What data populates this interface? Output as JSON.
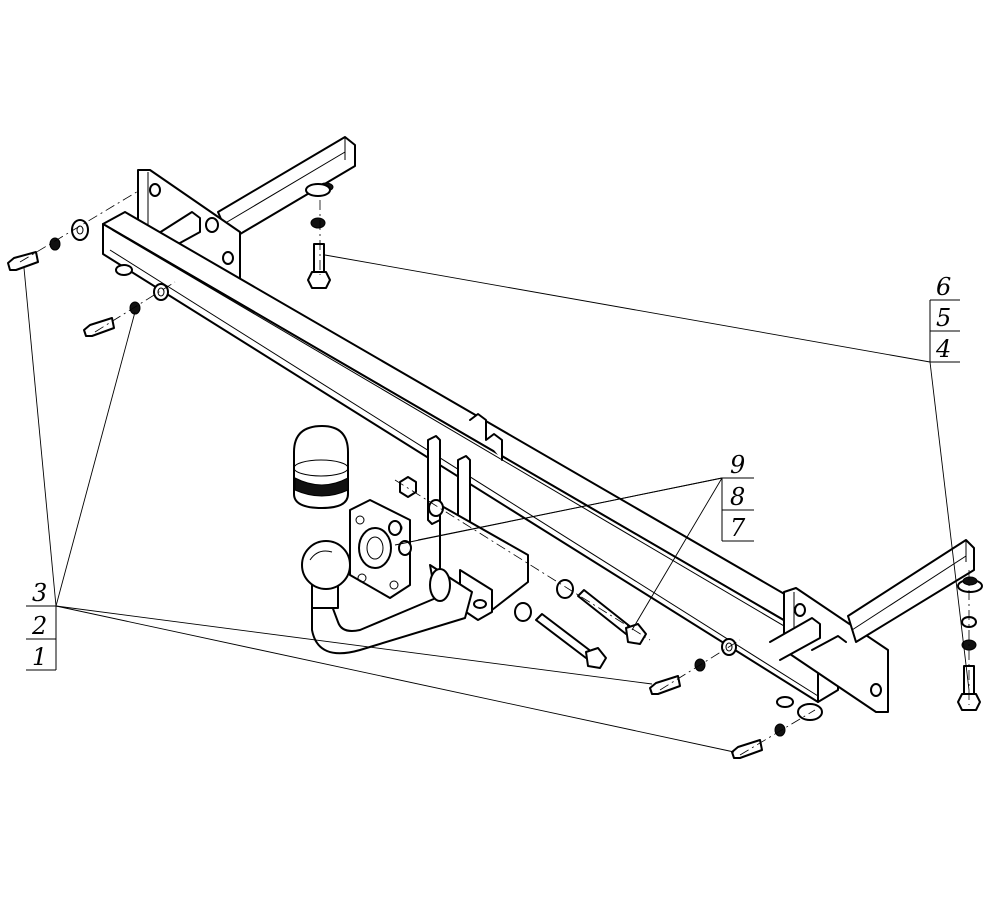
{
  "callouts": {
    "group_left": [
      "3",
      "2",
      "1"
    ],
    "group_center": [
      "9",
      "8",
      "7"
    ],
    "group_right": [
      "6",
      "5",
      "4"
    ]
  }
}
